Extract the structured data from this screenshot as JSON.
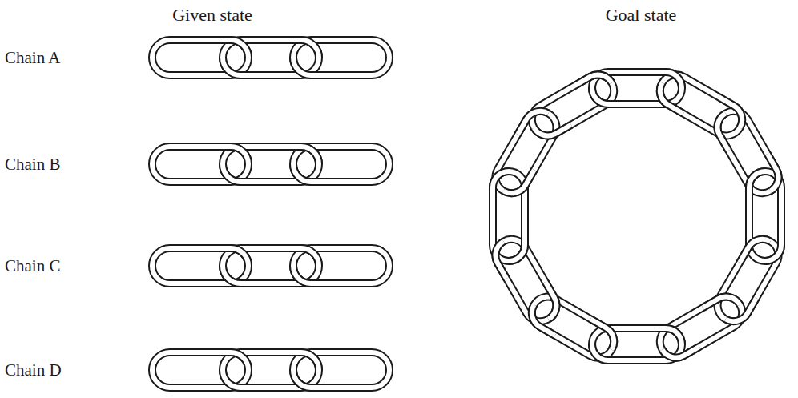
{
  "diagram": {
    "labels": [
      "Given state",
      "Goal state",
      "Chain A",
      "Chain B",
      "Chain C",
      "Chain D"
    ]
  }
}
